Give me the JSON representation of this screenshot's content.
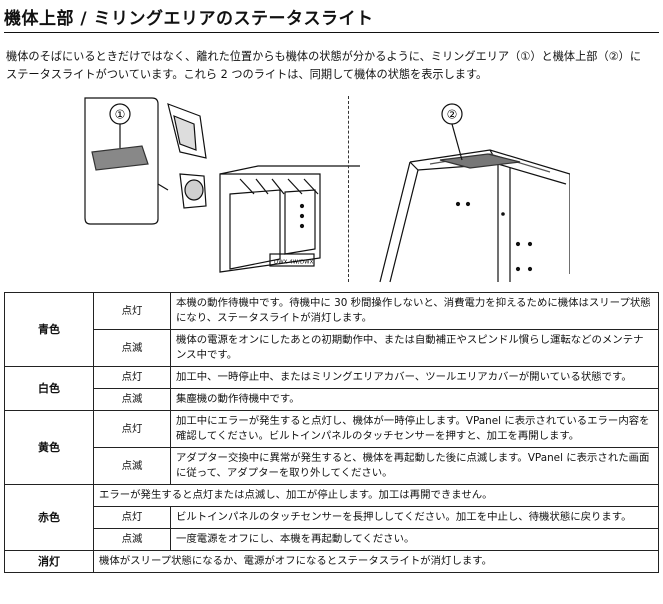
{
  "heading": "機体上部 / ミリングエリアのステータスライト",
  "intro": {
    "line1": "機体のそばにいるときだけではなく、離れた位置からも機体の状態が分かるように、ミリングエリア（①）と機体上部（②）に",
    "line2": "ステータスライトがついています。これら 2 つのライトは、同期して機体の状態を表示します。"
  },
  "figure": {
    "label_left": "①",
    "label_right": "②",
    "panel_text": "DWX-4W/DWX"
  },
  "table": {
    "blue": {
      "color": "青色",
      "rows": [
        {
          "state": "点灯",
          "desc": "本機の動作待機中です。待機中に 30 秒間操作しないと、消費電力を抑えるために機体はスリープ状態になり、ステータスライトが消灯します。"
        },
        {
          "state": "点滅",
          "desc": "機体の電源をオンにしたあとの初期動作中、または自動補正やスピンドル慣らし運転などのメンテナンス中です。"
        }
      ]
    },
    "white": {
      "color": "白色",
      "rows": [
        {
          "state": "点灯",
          "desc": "加工中、一時停止中、またはミリングエリアカバー、ツールエリアカバーが開いている状態です。"
        },
        {
          "state": "点滅",
          "desc": "集塵機の動作待機中です。"
        }
      ]
    },
    "yellow": {
      "color": "黄色",
      "rows": [
        {
          "state": "点灯",
          "desc": "加工中にエラーが発生すると点灯し、機体が一時停止します。VPanel に表示されているエラー内容を確認してください。ビルトインパネルのタッチセンサーを押すと、加工を再開します。"
        },
        {
          "state": "点滅",
          "desc": "アダプター交換中に異常が発生すると、機体を再起動した後に点滅します。VPanel に表示された画面に従って、アダプターを取り外してください。"
        }
      ]
    },
    "red": {
      "color": "赤色",
      "summary": "エラーが発生すると点灯または点滅し、加工が停止します。加工は再開できません。",
      "rows": [
        {
          "state": "点灯",
          "desc": "ビルトインパネルのタッチセンサーを長押ししてください。加工を中止し、待機状態に戻ります。"
        },
        {
          "state": "点滅",
          "desc": "一度電源をオフにし、本機を再起動してください。"
        }
      ]
    },
    "off": {
      "color": "消灯",
      "desc": "機体がスリープ状態になるか、電源がオフになるとステータスライトが消灯します。"
    }
  }
}
